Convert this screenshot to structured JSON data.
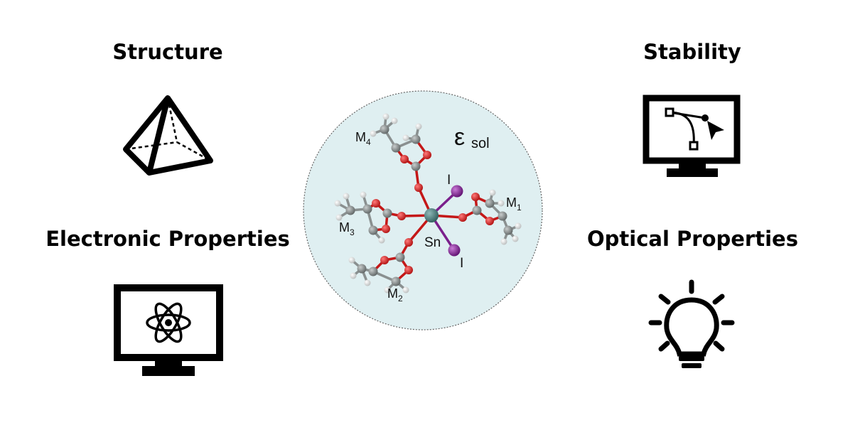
{
  "labels": {
    "structure": "Structure",
    "stability": "Stability",
    "electronic": "Electronic Properties",
    "optical": "Optical Properties"
  },
  "molecule": {
    "solvent_symbol": "ε",
    "solvent_subscript": "sol",
    "metal": "Sn",
    "halide": "I",
    "ligands": [
      {
        "name": "M",
        "index": "1"
      },
      {
        "name": "M",
        "index": "2"
      },
      {
        "name": "M",
        "index": "3"
      },
      {
        "name": "M",
        "index": "4"
      }
    ]
  },
  "colors": {
    "circle_fill": "#dfeff1",
    "circle_border": "#666666",
    "carbon": "#7f8585",
    "oxygen": "#d81f1f",
    "hydrogen": "#e6e6e6",
    "tin": "#4f7f7e",
    "iodine": "#8a2a9c",
    "icon": "#000000"
  },
  "icons": {
    "structure": "pyramid-icon",
    "stability": "monitor-bezier-cursor-icon",
    "electronic": "monitor-atom-icon",
    "optical": "lightbulb-icon"
  }
}
